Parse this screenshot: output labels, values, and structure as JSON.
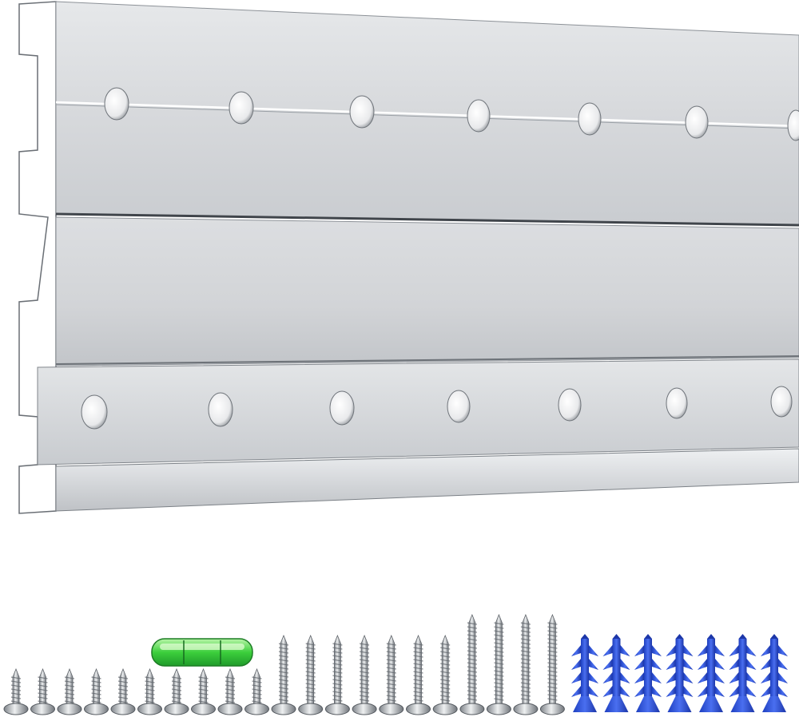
{
  "product": {
    "rail_color": "#d4d6d9",
    "rail_highlight": "#eceef0",
    "rail_shadow": "#8f949a",
    "edge_color": "#5f646a",
    "background": "#ffffff"
  },
  "accessories": {
    "short_screw_count": 10,
    "long_screw_count": 7,
    "extra_long_screw_count": 4,
    "wall_anchor_count": 7,
    "bubble_level_count": 1,
    "anchor_color": "#2d4fd6",
    "level_color": "#3ccf3c",
    "screw_color": "#b9bcc0"
  }
}
